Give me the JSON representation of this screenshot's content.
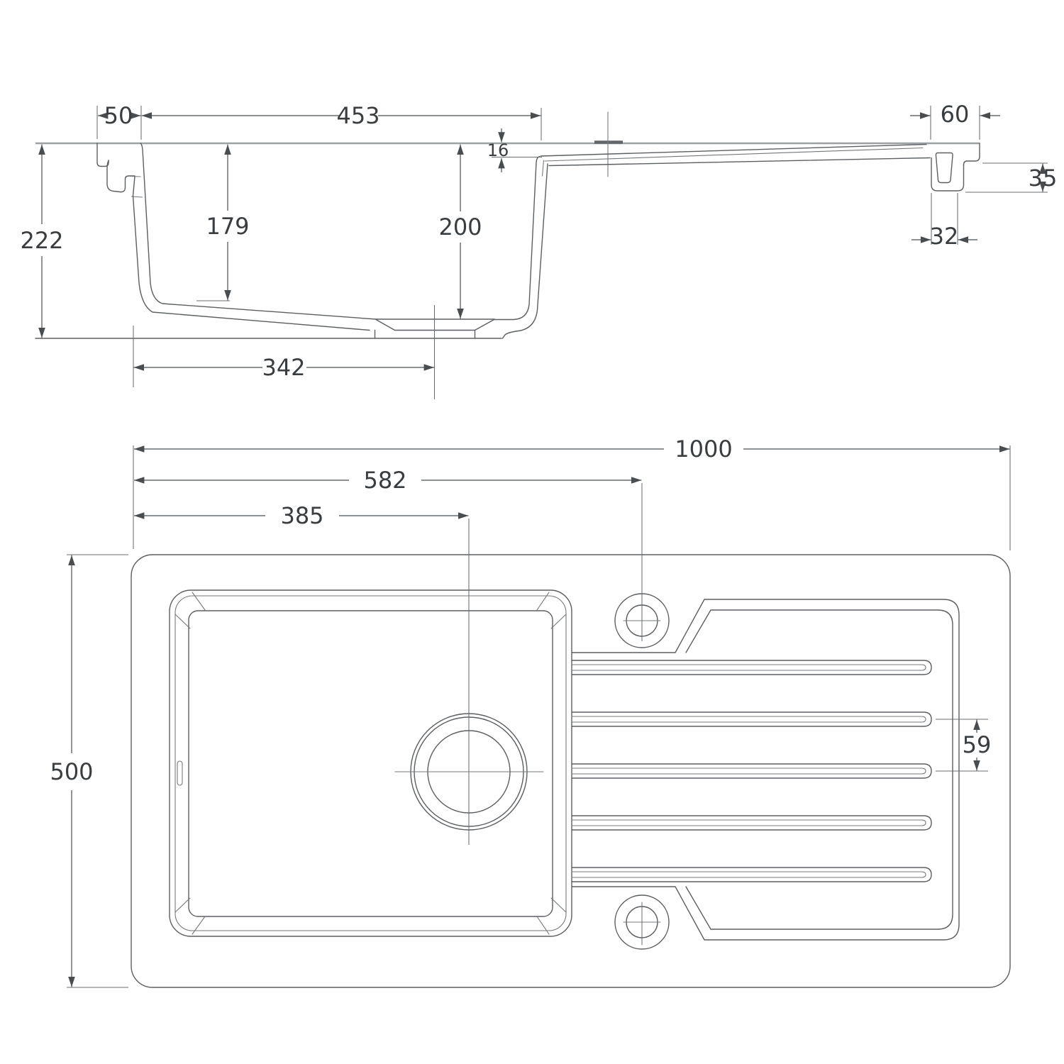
{
  "drawing": {
    "type": "technical-drawing",
    "subject": "inset kitchen sink with single bowl and drainer",
    "units": "mm",
    "views": [
      "cross-section",
      "plan"
    ]
  },
  "dims": {
    "d50": "50",
    "d453": "453",
    "d60": "60",
    "d16": "16",
    "d222": "222",
    "d179": "179",
    "d200": "200",
    "d35": "35",
    "d32": "32",
    "d342": "342",
    "d1000": "1000",
    "d582": "582",
    "d385": "385",
    "d500": "500",
    "d59": "59"
  },
  "dimensions_mm": [
    {
      "view": "section",
      "label": "overall height",
      "value": 222
    },
    {
      "view": "section",
      "label": "left rim width",
      "value": 50
    },
    {
      "view": "section",
      "label": "bowl inner width",
      "value": 453
    },
    {
      "view": "section",
      "label": "bowl depth at left",
      "value": 179
    },
    {
      "view": "section",
      "label": "bowl depth at drain",
      "value": 200
    },
    {
      "view": "section",
      "label": "drain centre from bowl wall",
      "value": 342
    },
    {
      "view": "section",
      "label": "drainer recess depth",
      "value": 16
    },
    {
      "view": "section",
      "label": "right rim width",
      "value": 60
    },
    {
      "view": "section",
      "label": "clip leg height",
      "value": 35
    },
    {
      "view": "section",
      "label": "clip leg width",
      "value": 32
    },
    {
      "view": "plan",
      "label": "overall length",
      "value": 1000
    },
    {
      "view": "plan",
      "label": "overall width",
      "value": 500
    },
    {
      "view": "plan",
      "label": "tap hole centre from left",
      "value": 582
    },
    {
      "view": "plan",
      "label": "waste centre from left",
      "value": 385
    },
    {
      "view": "plan",
      "label": "drainer groove pitch",
      "value": 59
    }
  ],
  "colors": {
    "background": "#ffffff",
    "line": "#5b5f62",
    "text": "#393d40"
  }
}
